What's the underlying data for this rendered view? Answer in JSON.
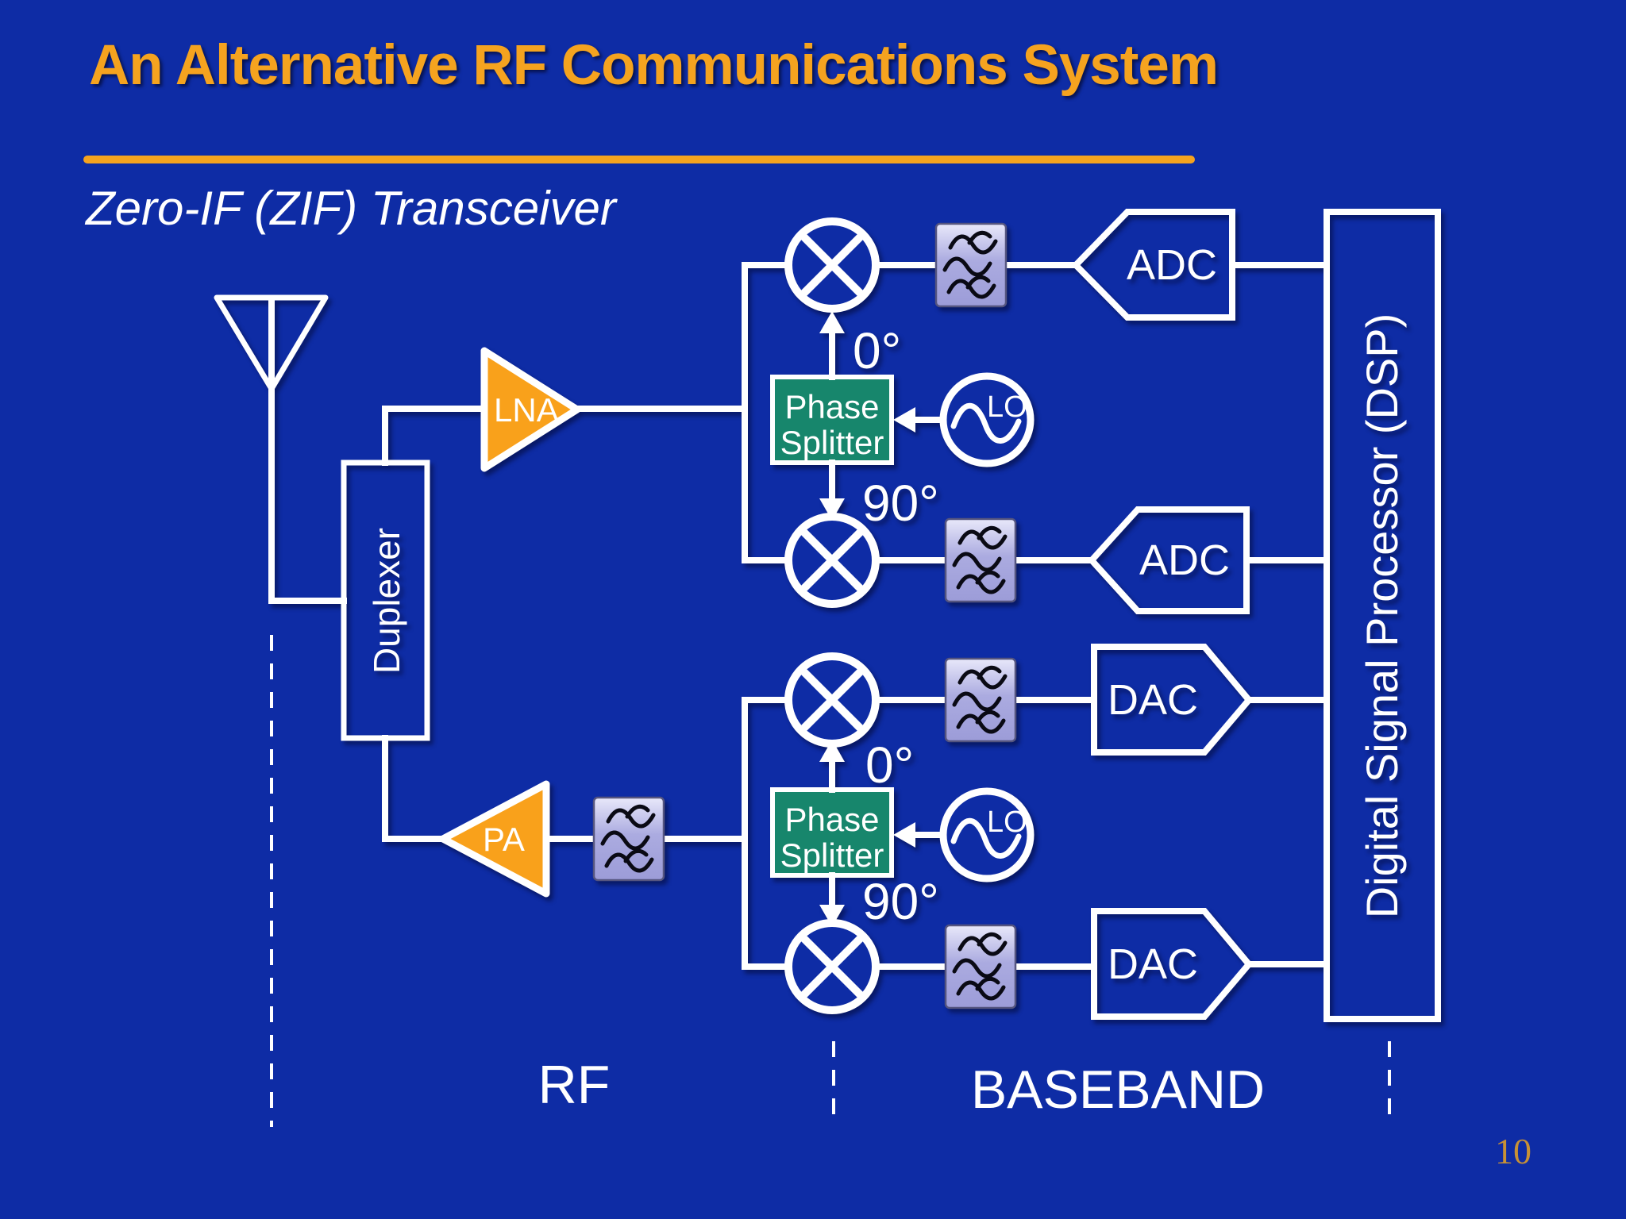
{
  "slide": {
    "title": "An Alternative RF Communications System",
    "subtitle": "Zero-IF (ZIF) Transceiver",
    "page_number": "10"
  },
  "labels": {
    "rf_zone": "RF",
    "baseband_zone": "BASEBAND",
    "deg_0": "0°",
    "deg_90": "90°"
  },
  "blocks": {
    "duplexer": "Duplexer",
    "lna": "LNA",
    "pa": "PA",
    "phase_splitter_line1": "Phase",
    "phase_splitter_line2": "Splitter",
    "lo": "LO",
    "adc": "ADC",
    "dac": "DAC",
    "dsp": "Digital Signal Processor (DSP)"
  },
  "colors": {
    "bg": "#0E2CA5",
    "accent": "#F5A31F",
    "amp": "#F9A11B",
    "teal": "#17866C",
    "filter-fill-top": "#E8E8FA",
    "filter-fill-mid": "#ABABE0",
    "filter-fill-bot": "#9C9CD8",
    "filter-border": "#55557F",
    "line": "#FFFFFF",
    "page": "#C79135"
  }
}
